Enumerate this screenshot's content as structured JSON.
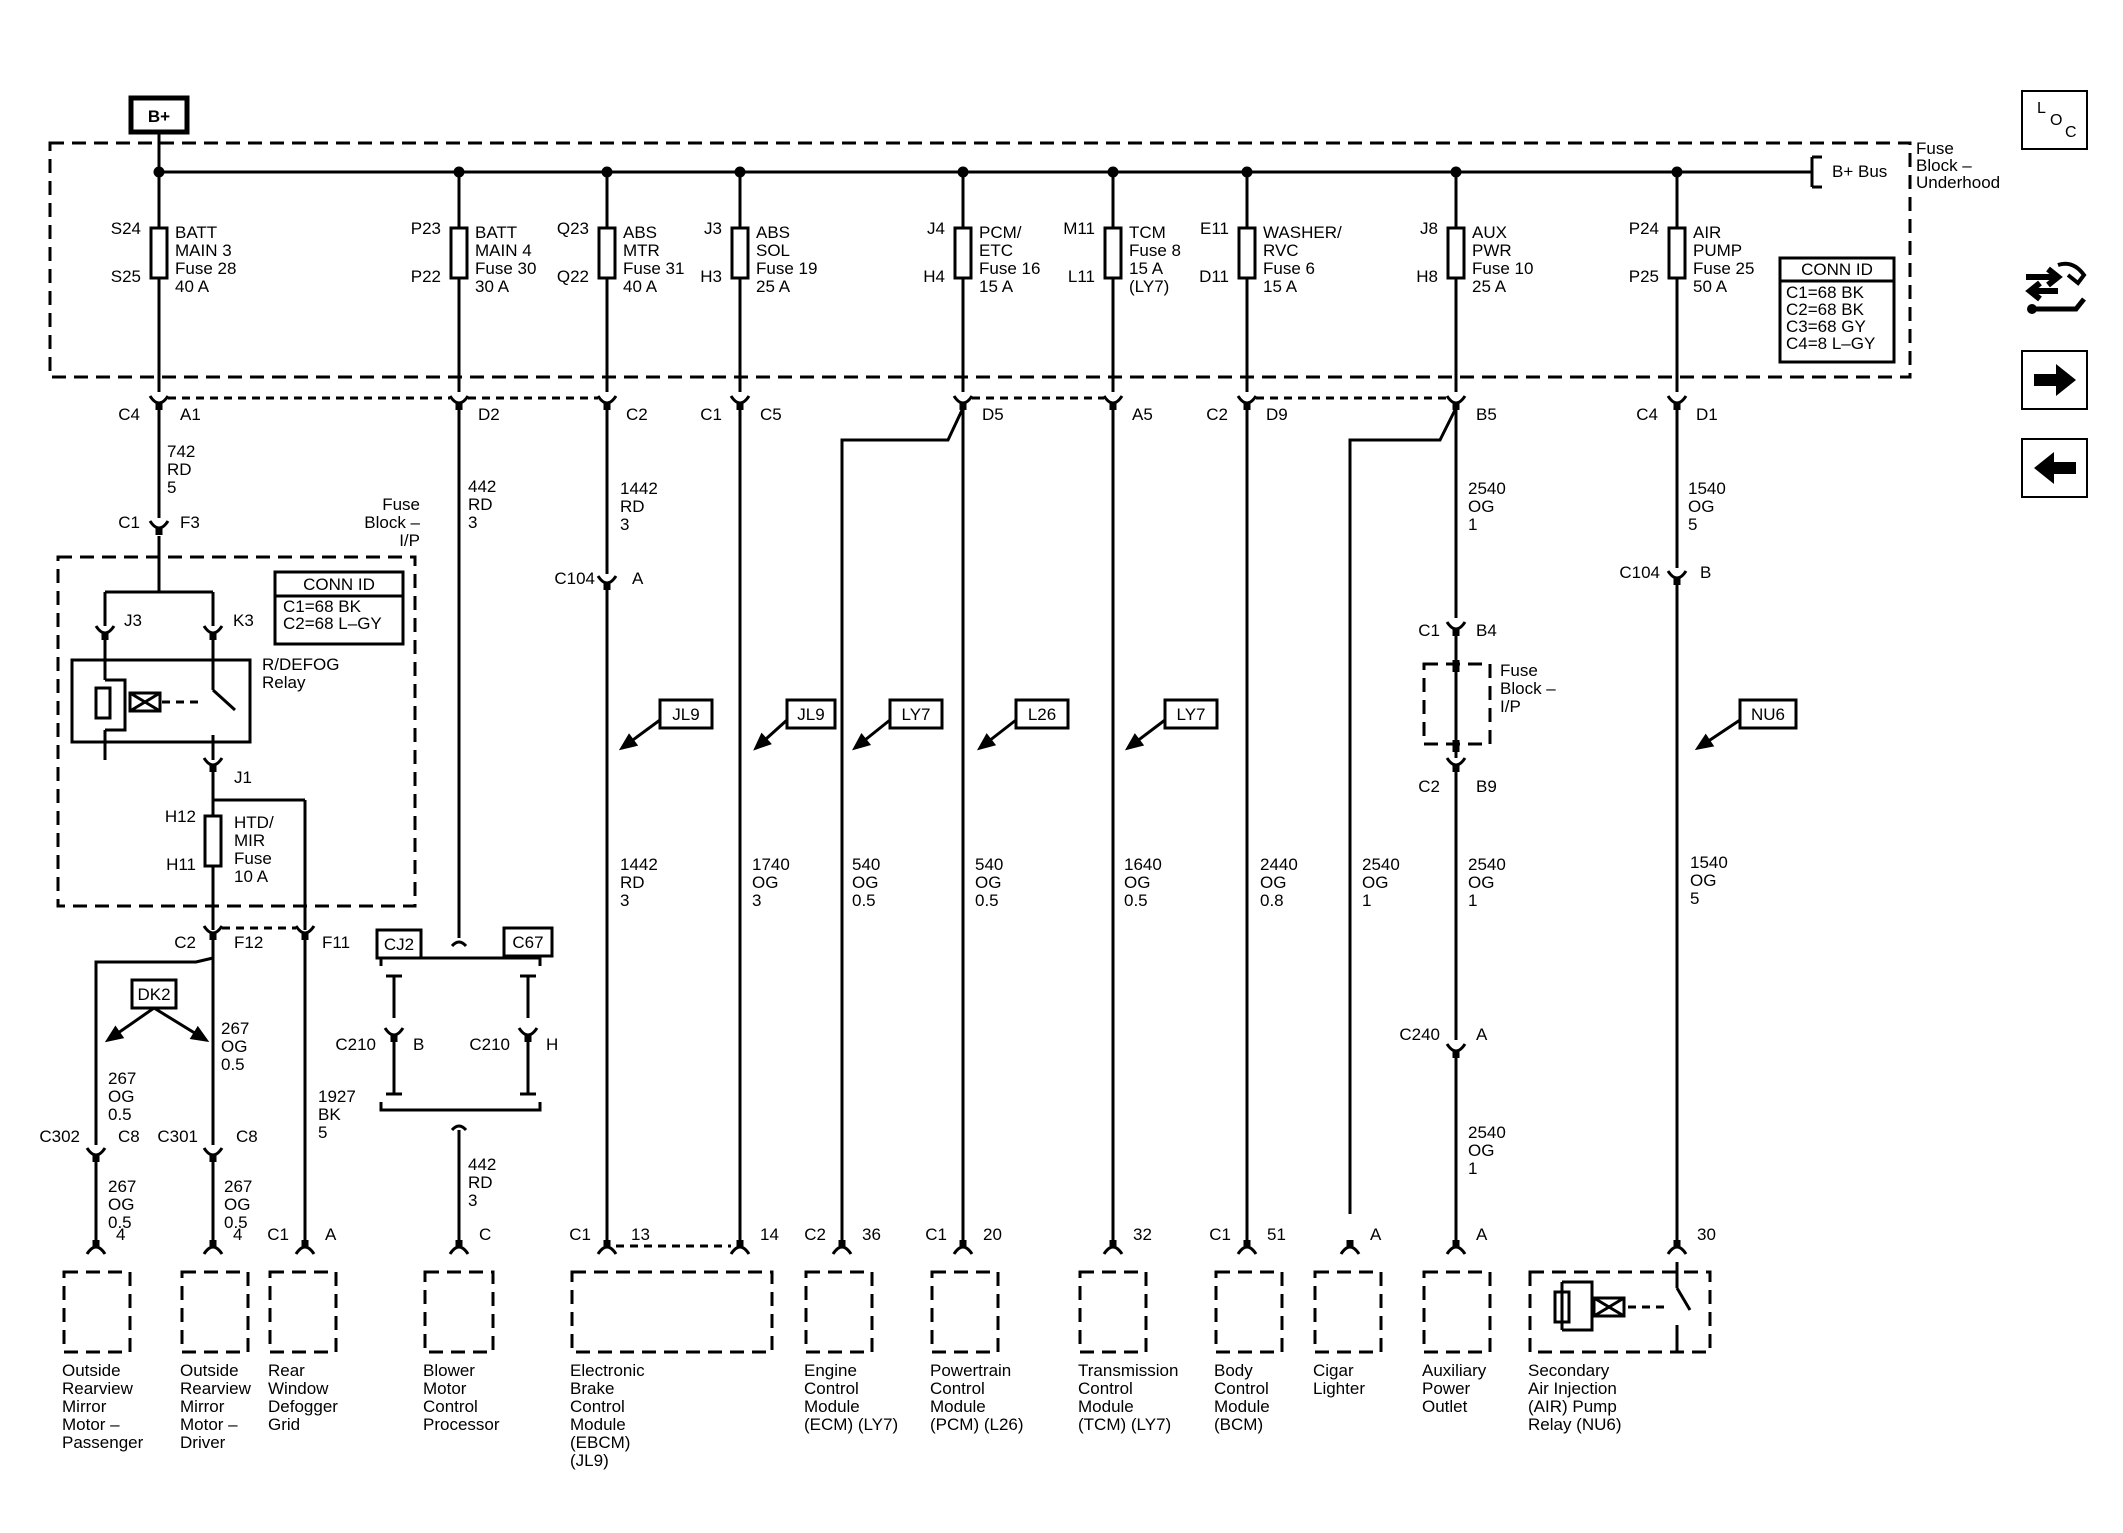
{
  "bplus_label": "B+",
  "bus_label": "B+ Bus",
  "fuse_block_underhood": [
    "Fuse",
    "Block –",
    "Underhood"
  ],
  "fuse_block_ip": [
    "Fuse",
    "Block –",
    "I/P"
  ],
  "fuses": [
    {
      "top_pin": "S24",
      "bottom_pin": "S25",
      "lines": [
        "BATT",
        "MAIN 3",
        "Fuse 28",
        "40 A"
      ]
    },
    {
      "top_pin": "P23",
      "bottom_pin": "P22",
      "lines": [
        "BATT",
        "MAIN 4",
        "Fuse 30",
        "30 A"
      ]
    },
    {
      "top_pin": "Q23",
      "bottom_pin": "Q22",
      "lines": [
        "ABS",
        "MTR",
        "Fuse 31",
        "40 A"
      ]
    },
    {
      "top_pin": "J3",
      "bottom_pin": "H3",
      "lines": [
        "ABS",
        "SOL",
        "Fuse 19",
        "25 A"
      ]
    },
    {
      "top_pin": "J4",
      "bottom_pin": "H4",
      "lines": [
        "PCM/",
        "ETC",
        "Fuse 16",
        "15 A"
      ]
    },
    {
      "top_pin": "M11",
      "bottom_pin": "L11",
      "lines": [
        "TCM",
        "Fuse 8",
        "15 A",
        "(LY7)"
      ]
    },
    {
      "top_pin": "E11",
      "bottom_pin": "D11",
      "lines": [
        "WASHER/",
        "RVC",
        "Fuse 6",
        "15 A"
      ]
    },
    {
      "top_pin": "J8",
      "bottom_pin": "H8",
      "lines": [
        "AUX",
        "PWR",
        "Fuse 10",
        "25 A"
      ]
    },
    {
      "top_pin": "P24",
      "bottom_pin": "P25",
      "lines": [
        "AIR",
        "PUMP",
        "Fuse 25",
        "50 A"
      ]
    }
  ],
  "conn_id_underhood": {
    "title": "CONN ID",
    "rows": [
      "C1=68 BK",
      "C2=68 BK",
      "C3=68 GY",
      "C4=8 L–GY"
    ]
  },
  "conn_id_ip": {
    "title": "CONN ID",
    "rows": [
      "C1=68 BK",
      "C2=68 L–GY"
    ]
  },
  "relay_label": [
    "R/DEFOG",
    "Relay"
  ],
  "htd_fuse": {
    "top_pin": "H12",
    "bottom_pin": "H11",
    "lines": [
      "HTD/",
      "MIR",
      "Fuse",
      "10 A"
    ]
  },
  "connector_labels": {
    "c4_a1": [
      "C4",
      "A1"
    ],
    "d2": "D2",
    "c2_top": "C2",
    "c1_c5": [
      "C1",
      "C5"
    ],
    "d5": "D5",
    "a5": "A5",
    "c2_d9": [
      "C2",
      "D9"
    ],
    "b5": "B5",
    "c4_d1": [
      "C4",
      "D1"
    ],
    "c1_f3": [
      "C1",
      "F3"
    ],
    "j3": "J3",
    "k3": "K3",
    "j1": "J1",
    "c2_f12": [
      "C2",
      "F12"
    ],
    "f11": "F11",
    "c104_a": [
      "C104",
      "A"
    ],
    "c104_b": [
      "C104",
      "B"
    ],
    "c1_b4": [
      "C1",
      "B4"
    ],
    "c2_b9": [
      "C2",
      "B9"
    ],
    "c240": [
      "C240",
      "A"
    ],
    "c210_b": [
      "C210",
      "B"
    ],
    "c210_h": [
      "C210",
      "H"
    ],
    "c302": [
      "C302",
      "C8"
    ],
    "c301": [
      "C301",
      "C8"
    ]
  },
  "wires": {
    "w742": [
      "742",
      "RD",
      "5"
    ],
    "w442a": [
      "442",
      "RD",
      "3"
    ],
    "w1442a": [
      "1442",
      "RD",
      "3"
    ],
    "w1442b": [
      "1442",
      "RD",
      "3"
    ],
    "w1740": [
      "1740",
      "OG",
      "3"
    ],
    "w540a": [
      "540",
      "OG",
      "0.5"
    ],
    "w540b": [
      "540",
      "OG",
      "0.5"
    ],
    "w1640": [
      "1640",
      "OG",
      "0.5"
    ],
    "w2440": [
      "2440",
      "OG",
      "0.8"
    ],
    "w2540a": [
      "2540",
      "OG",
      "1"
    ],
    "w2540b": [
      "2540",
      "OG",
      "1"
    ],
    "w2540c": [
      "2540",
      "OG",
      "1"
    ],
    "w2540d": [
      "2540",
      "OG",
      "1"
    ],
    "w1540a": [
      "1540",
      "OG",
      "5"
    ],
    "w1540b": [
      "1540",
      "OG",
      "5"
    ],
    "w267a": [
      "267",
      "OG",
      "0.5"
    ],
    "w267b": [
      "267",
      "OG",
      "0.5"
    ],
    "w267c": [
      "267",
      "OG",
      "0.5"
    ],
    "w267d": [
      "267",
      "OG",
      "0.5"
    ],
    "w1927": [
      "1927",
      "BK",
      "5"
    ],
    "w442b": [
      "442",
      "RD",
      "3"
    ]
  },
  "option_tags": [
    "JL9",
    "JL9",
    "LY7",
    "L26",
    "LY7",
    "NU6",
    "DK2",
    "CJ2",
    "C67"
  ],
  "components": [
    {
      "pins": [
        "",
        "4"
      ],
      "name": [
        "Outside",
        "Rearview",
        "Mirror",
        "Motor –",
        "Passenger"
      ]
    },
    {
      "pins": [
        "",
        "4"
      ],
      "name": [
        "Outside",
        "Rearview",
        "Mirror",
        "Motor –",
        "Driver"
      ]
    },
    {
      "pins": [
        "C1",
        "A"
      ],
      "name": [
        "Rear",
        "Window",
        "Defogger",
        "Grid"
      ]
    },
    {
      "pins": [
        "",
        "C"
      ],
      "name": [
        "Blower",
        "Motor",
        "Control",
        "Processor"
      ]
    },
    {
      "pins": [
        "C1",
        "13",
        "14"
      ],
      "name": [
        "Electronic",
        "Brake",
        "Control",
        "Module",
        "(EBCM)",
        "(JL9)"
      ]
    },
    {
      "pins": [
        "C2",
        "36"
      ],
      "name": [
        "Engine",
        "Control",
        "Module",
        "(ECM) (LY7)"
      ]
    },
    {
      "pins": [
        "C1",
        "20"
      ],
      "name": [
        "Powertrain",
        "Control",
        "Module",
        "(PCM) (L26)"
      ]
    },
    {
      "pins": [
        "",
        "32"
      ],
      "name": [
        "Transmission",
        "Control",
        "Module",
        "(TCM) (LY7)"
      ]
    },
    {
      "pins": [
        "C1",
        "51"
      ],
      "name": [
        "Body",
        "Control",
        "Module",
        "(BCM)"
      ]
    },
    {
      "pins": [
        "",
        "A"
      ],
      "name": [
        "Cigar",
        "Lighter"
      ]
    },
    {
      "pins": [
        "",
        "A"
      ],
      "name": [
        "Auxiliary",
        "Power",
        "Outlet"
      ]
    },
    {
      "pins": [
        "",
        "30"
      ],
      "name": [
        "Secondary",
        "Air Injection",
        "(AIR) Pump",
        "Relay (NU6)"
      ]
    }
  ],
  "nav": {
    "loc_label": "L O C",
    "icons": [
      "connector-view-icon",
      "next-page-icon",
      "previous-page-icon"
    ]
  }
}
